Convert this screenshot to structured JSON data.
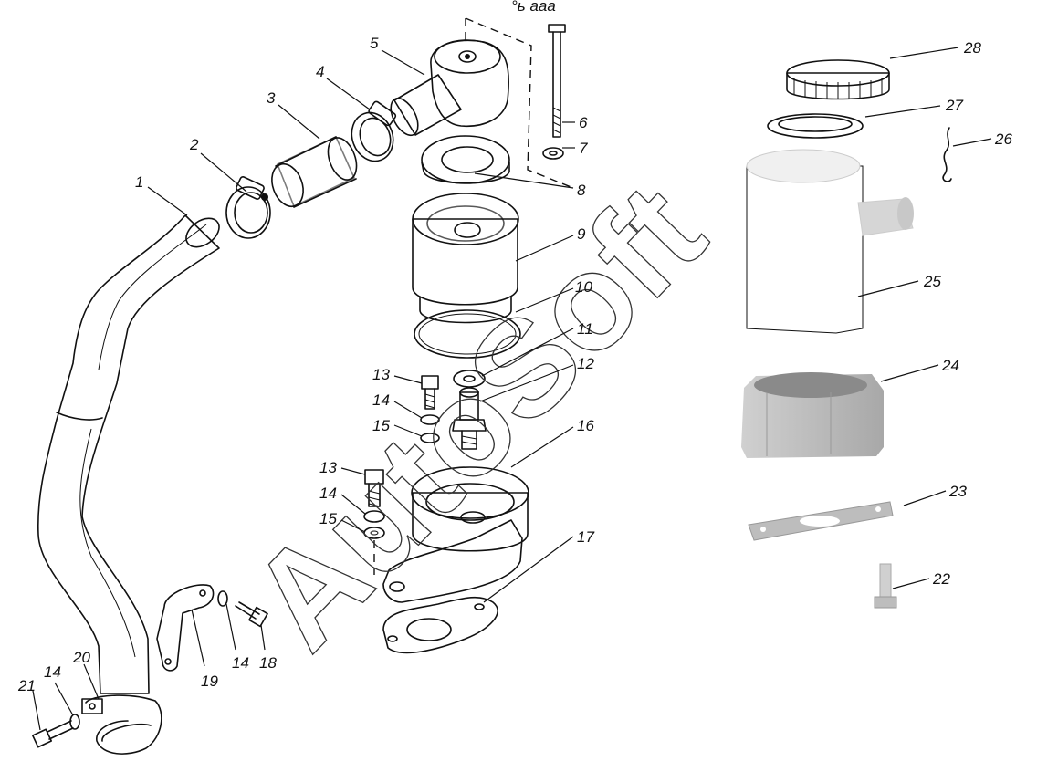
{
  "watermark": "AutoSoft",
  "corner_mark": "°ь ааа",
  "callouts": {
    "p1": "1",
    "p2": "2",
    "p3": "3",
    "p4": "4",
    "p5": "5",
    "p6": "6",
    "p7": "7",
    "p8": "8",
    "p9": "9",
    "p10": "10",
    "p11": "11",
    "p12": "12",
    "p13a": "13",
    "p13b": "13",
    "p14a": "14",
    "p14b": "14",
    "p14c": "14",
    "p14d": "14",
    "p15a": "15",
    "p15b": "15",
    "p16": "16",
    "p17": "17",
    "p18": "18",
    "p19": "19",
    "p20": "20",
    "p21": "21",
    "p22": "22",
    "p23": "23",
    "p24": "24",
    "p25": "25",
    "p26": "26",
    "p27": "27",
    "p28": "28"
  }
}
